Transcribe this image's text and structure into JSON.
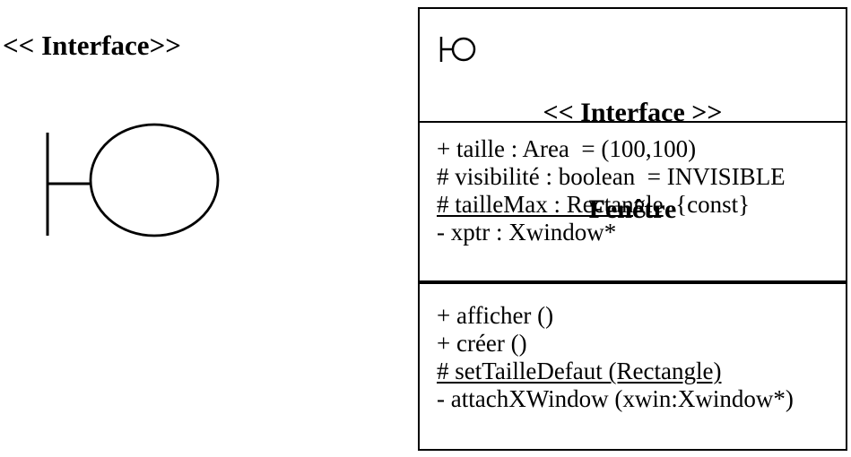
{
  "colors": {
    "ink": "#000000",
    "paper": "#ffffff"
  },
  "left_interface": {
    "label": "<< Interface>>",
    "icon": "lollipop-interface-icon"
  },
  "class_box": {
    "header": {
      "icon": "lollipop-interface-icon",
      "stereotype": "<< Interface >>",
      "name": "Fenêtre"
    },
    "attributes": [
      {
        "u": "",
        "rest": "+ taille : Area  = (100,100)"
      },
      {
        "u": "",
        "rest": "# visibilité : boolean  = INVISIBLE"
      },
      {
        "u": "# tailleMax : Rectangle",
        "rest": "  {const}"
      },
      {
        "u": "",
        "rest": "- xptr : Xwindow*"
      }
    ],
    "methods": [
      {
        "u": "",
        "rest": "+ afficher ()"
      },
      {
        "u": "",
        "rest": "+ créer ()"
      },
      {
        "u": "# setTailleDefaut (Rectangle)",
        "rest": ""
      },
      {
        "u": "",
        "rest": "- attachXWindow (xwin:Xwindow*)"
      }
    ]
  }
}
